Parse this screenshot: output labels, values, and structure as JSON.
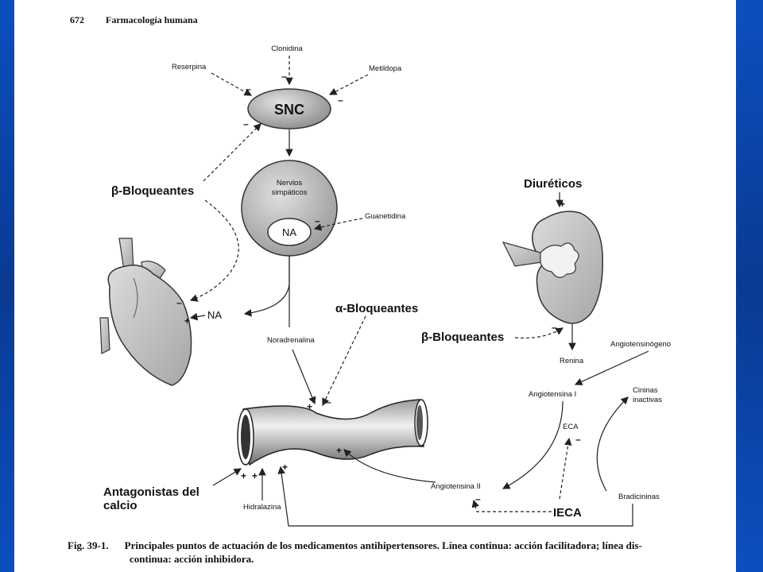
{
  "header": {
    "page_number": "672",
    "book_title": "Farmacología humana"
  },
  "nodes": {
    "snc": "SNC",
    "nervios_1": "Nervios",
    "nervios_2": "simpáticos",
    "na_inner": "NA",
    "clonidina": "Clonidina",
    "reserpina": "Reserpina",
    "metildopa": "Metildopa",
    "guanetidina": "Guanetidina",
    "beta_bloq_left": "β-Bloqueantes",
    "na_heart": "NA",
    "noradrenalina": "Noradrenalina",
    "alfa_bloq": "α-Bloqueantes",
    "diureticos": "Diuréticos",
    "beta_bloq_right": "β-Bloqueantes",
    "renina": "Renina",
    "angiotensinogeno": "Angiotensinógeno",
    "angiotensina_1": "Angiotensina I",
    "cininas_1": "Cininas",
    "cininas_2": "inactivas",
    "eca": "ECA",
    "angiotensina_2": "Angiotensina II",
    "ieca": "IECA",
    "bradicininas": "Bradicininas",
    "antagonistas_1": "Antagonistas del",
    "antagonistas_2": "calcio",
    "hidralazina": "Hidralazina"
  },
  "signs": {
    "minus": "–",
    "plus": "+"
  },
  "caption": {
    "fig_label": "Fig. 39-1.",
    "line1": "Principales puntos de actuación de los medicamentos antihipertensores. Línea continua: acción facilitadora; línea dis-",
    "line2": "continua: acción inhibidora."
  },
  "colors": {
    "background_blue": "#0a3f9c",
    "page": "#ffffff",
    "organ_fill": "#c8c8c8"
  }
}
